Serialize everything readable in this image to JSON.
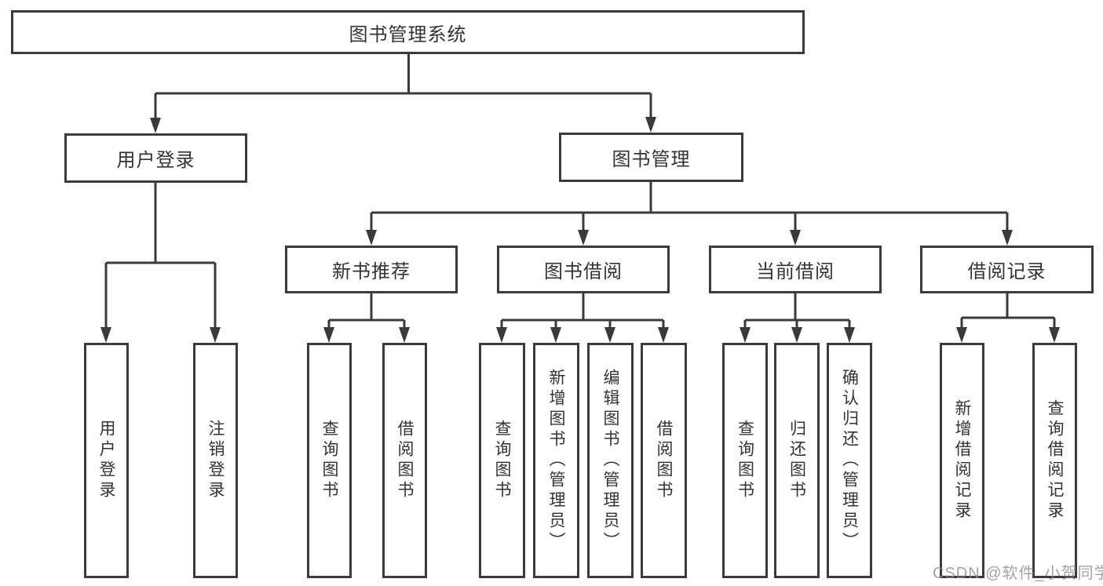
{
  "diagram": {
    "root": "图书管理系统",
    "level2": {
      "user_login": "用户登录",
      "book_mgmt": "图书管理"
    },
    "level3": {
      "new_books": "新书推荐",
      "book_borrow": "图书借阅",
      "current_borrow": "当前借阅",
      "borrow_records": "借阅记录"
    },
    "leaves": {
      "user_login_leaf": "用户登录",
      "logout": "注销登录",
      "nb_query": "查询图书",
      "nb_borrow": "借阅图书",
      "bb_query": "查询图书",
      "bb_add": "新增图书（管理员）",
      "bb_edit": "编辑图书（管理员）",
      "bb_borrow": "借阅图书",
      "cb_query": "查询图书",
      "cb_return": "归还图书",
      "cb_confirm": "确认归还（管理员）",
      "br_add": "新增借阅记录",
      "br_query": "查询借阅记录"
    }
  },
  "watermark": "CSDN @软件_小贺同学",
  "colors": {
    "line": "#3a3a3a",
    "border": "#3b3b3b",
    "text": "#333333",
    "background": "#ffffff",
    "watermark": "#8c8c8c"
  }
}
